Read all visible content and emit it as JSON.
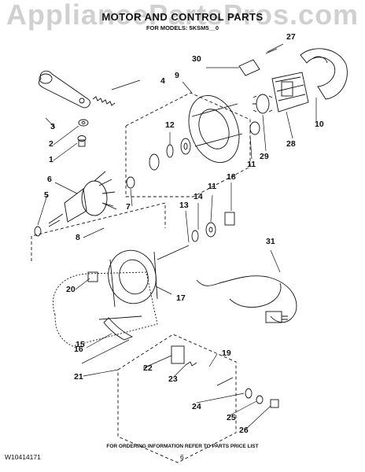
{
  "watermark": "AppliancePartsPros.com",
  "title": "MOTOR AND CONTROL PARTS",
  "subtitle": "FOR MODELS: 5KSM5__0",
  "footer_note": "FOR ORDERING INFORMATION REFER TO PARTS PRICE LIST",
  "doc_number": "W10414171",
  "page_number": "6",
  "callouts": [
    "1",
    "2",
    "3",
    "4",
    "5",
    "6",
    "7",
    "8",
    "9",
    "10",
    "11",
    "11",
    "12",
    "13",
    "14",
    "15",
    "16",
    "17",
    "18",
    "19",
    "20",
    "21",
    "22",
    "23",
    "24",
    "25",
    "26",
    "27",
    "28",
    "29",
    "30",
    "31"
  ]
}
